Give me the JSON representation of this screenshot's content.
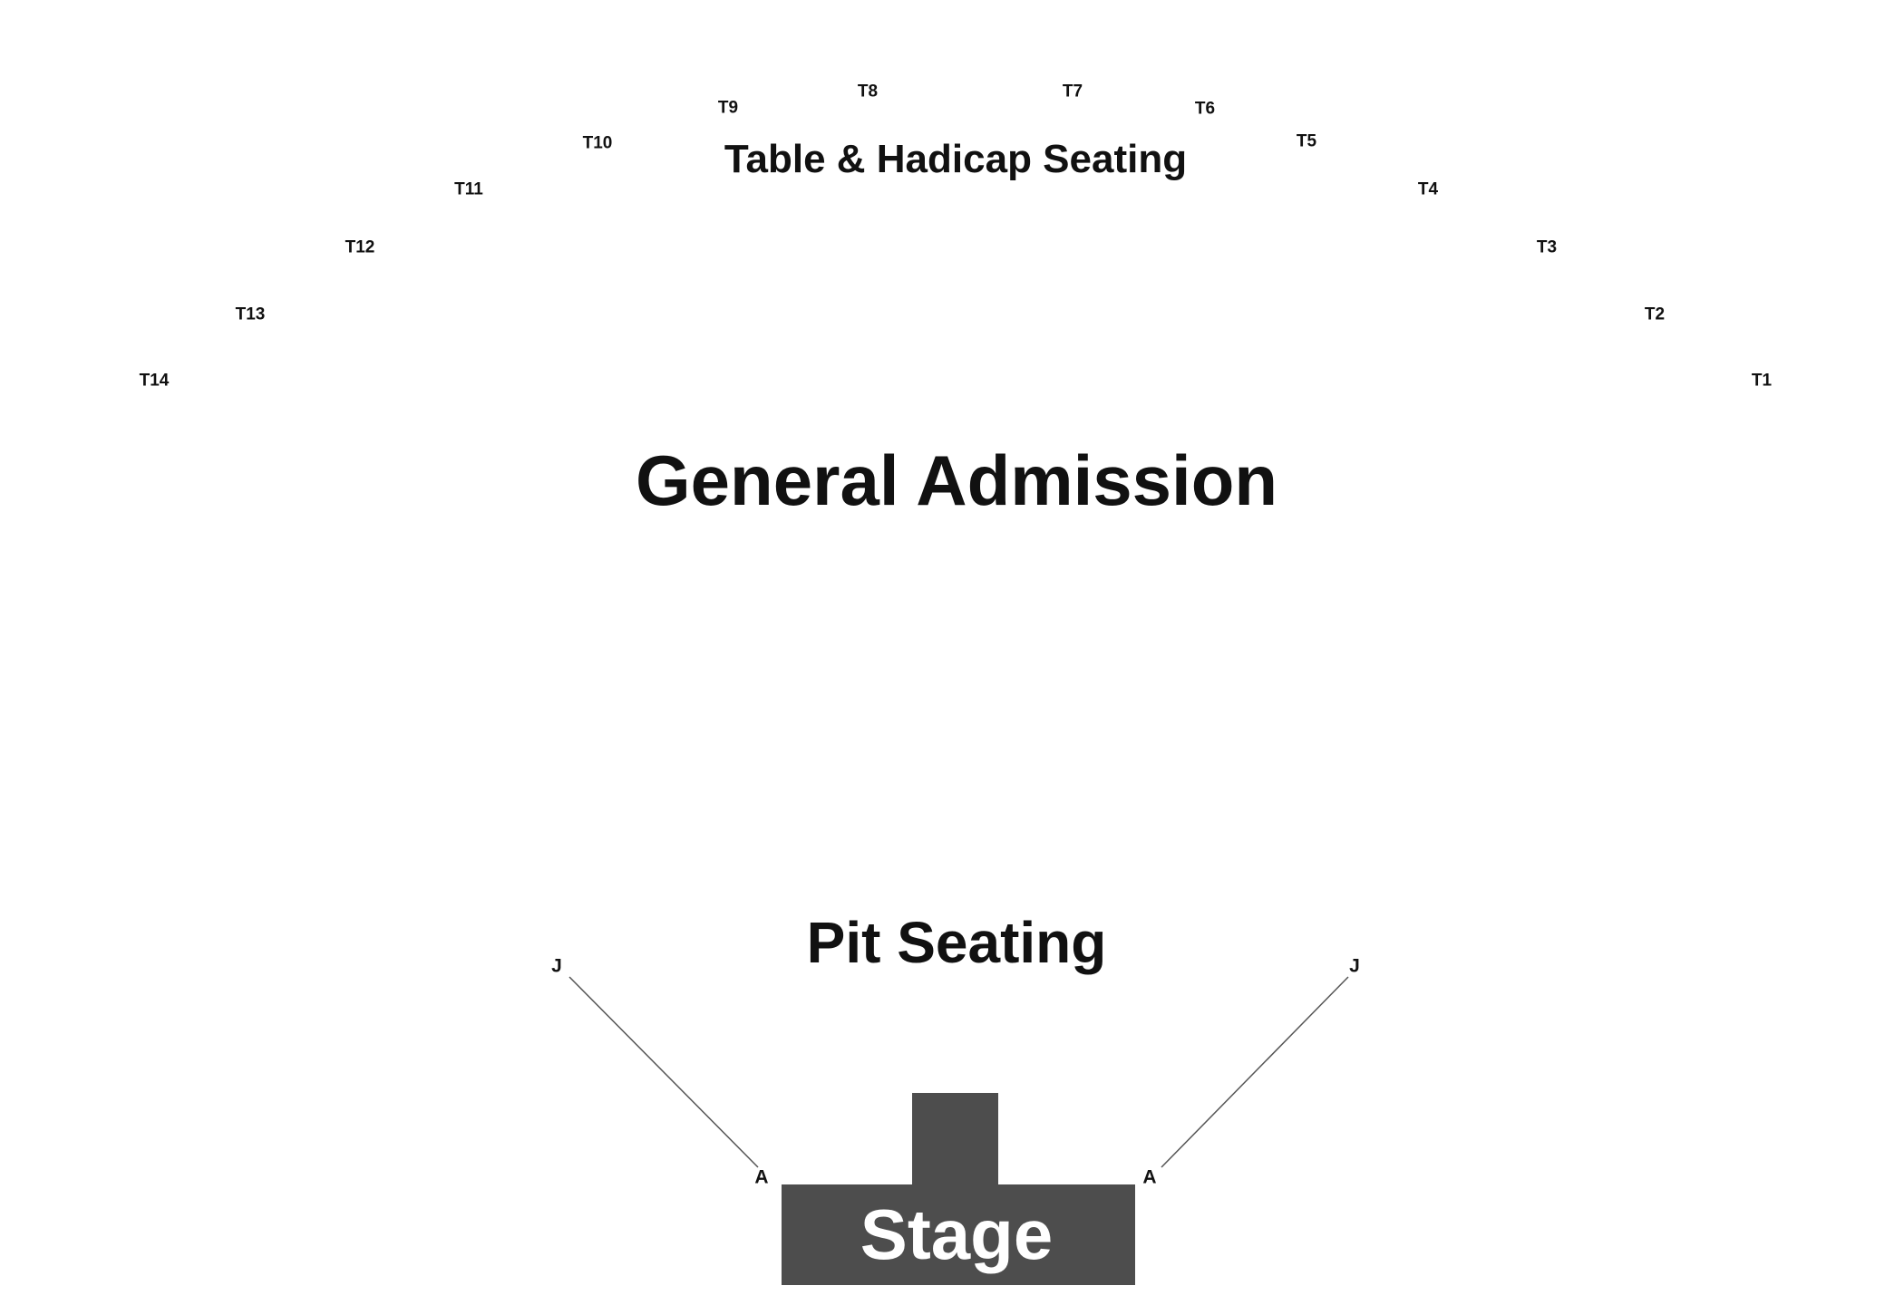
{
  "colors": {
    "background": "#ffffff",
    "stage": "#4d4d4d",
    "stage_text": "#ffffff",
    "label_text": "#111111",
    "aisle_line": "#555555"
  },
  "sections": {
    "tables_title": "Table & Hadicap Seating",
    "general_admission": "General Admission",
    "pit_seating": "Pit Seating",
    "stage": "Stage"
  },
  "tables": [
    "T1",
    "T2",
    "T3",
    "T4",
    "T5",
    "T6",
    "T7",
    "T8",
    "T9",
    "T10",
    "T11",
    "T12",
    "T13",
    "T14"
  ],
  "pit_rows": {
    "left": {
      "front": "A",
      "back": "J"
    },
    "right": {
      "front": "A",
      "back": "J"
    }
  }
}
